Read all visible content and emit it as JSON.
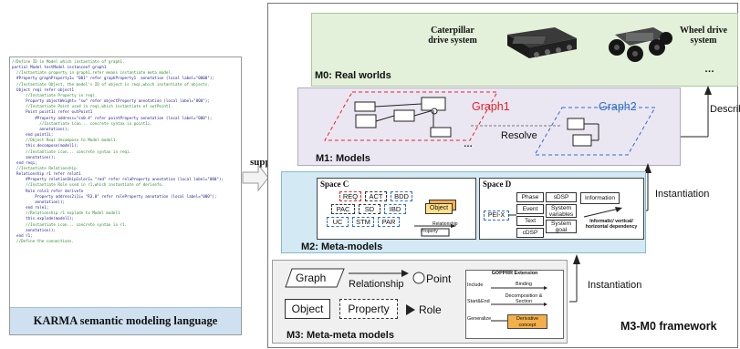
{
  "code_panel": {
    "caption": "KARMA semantic modeling language",
    "lines": [
      {
        "text": "//Define ID in Model which instantiate of graph1.",
        "comment": true
      },
      {
        "text": "partial Model testModel instanceof graph1",
        "comment": false
      },
      {
        "text": "  //Instantiate property in graph1,refer means instantiate meta model.",
        "comment": true
      },
      {
        "text": "  #Property graphProperty1= \"001\" refer graphProperty1  annotation (local label=\"0000\");",
        "comment": false
      },
      {
        "text": "  //Instantiate Object, the model's ID of object is reqi,which instantiate of objects.",
        "comment": true
      },
      {
        "text": "  Object reqi refer object1",
        "comment": false
      },
      {
        "text": "      //Instantiate Property in reqi.",
        "comment": true
      },
      {
        "text": "      Property objectWeight= \"sw\" refer objectProperty annotation (local label=\"000\");",
        "comment": false
      },
      {
        "text": "      //Instantiate Point used in reqi,which instantiate of outPoint1.",
        "comment": true
      },
      {
        "text": "      Point point1i refer outPoint1",
        "comment": false
      },
      {
        "text": "          #Property address=\"sn0.4\" refer pointProperty annotation (local label=\"000\");",
        "comment": false
      },
      {
        "text": "            //Instantiate icon... concrete syntax in point1i.",
        "comment": true
      },
      {
        "text": "            annotation();",
        "comment": false
      },
      {
        "text": "      end point1i;",
        "comment": false
      },
      {
        "text": "      //Object Reqi decompose to Model model1.",
        "comment": true
      },
      {
        "text": "      this.decompose(model1);",
        "comment": false
      },
      {
        "text": "      //Instantiate icon... concrete syntax in reqi.",
        "comment": true
      },
      {
        "text": "      annotation();",
        "comment": false
      },
      {
        "text": "  end reqi;",
        "comment": false
      },
      {
        "text": "  //Instantiate Relationship.",
        "comment": true
      },
      {
        "text": "  Relationship r1 refer relat1",
        "comment": false
      },
      {
        "text": "      #Property relationShipColor1= \"red\" refer relaProperty annotation (local label=\"000\");",
        "comment": false
      },
      {
        "text": "      //Instantiate Role used in r1,which instantiate of derivefo.",
        "comment": true
      },
      {
        "text": "      Role role1 refer derivefo",
        "comment": false
      },
      {
        "text": "          Property address2i1i= \"R3.0\" refer roleProperty annotation (local label=\"000\");",
        "comment": false
      },
      {
        "text": "          annotation();",
        "comment": false
      },
      {
        "text": "      end role1;",
        "comment": false
      },
      {
        "text": "      //Relationship r1 explode to Model model1",
        "comment": true
      },
      {
        "text": "      this.explode(model1);",
        "comment": false
      },
      {
        "text": "      //Instantiate icon... concrete syntax in r1.",
        "comment": true
      },
      {
        "text": "      annotation();",
        "comment": false
      },
      {
        "text": "  end r1;",
        "comment": false
      },
      {
        "text": "  //Define the connections.",
        "comment": true
      }
    ]
  },
  "support_label": "support",
  "m0": {
    "label": "M0:  Real worlds",
    "caterpillar": "Caterpillar drive system",
    "wheel": "Wheel drive system",
    "ellipsis": "…"
  },
  "describe_label": "Describe",
  "m1": {
    "label": "M1:  Models",
    "graph1": "Graph1",
    "graph2": "Graph2",
    "resolve": "Resolve",
    "ellipsis": "…"
  },
  "instantiation_labels": [
    "Instantiation",
    "Instantiation"
  ],
  "m2": {
    "label": "M2:  Meta-models",
    "space_c": {
      "title": "Space C",
      "tags": [
        "REQ",
        "ACT",
        "BDD",
        "PAC",
        "SD",
        "IBD",
        "UC",
        "STM",
        "PAR"
      ],
      "object": "Object",
      "relationship": "Relationship",
      "property": "Property"
    },
    "space_d": {
      "title": "Space D",
      "pei": "PEI-X",
      "grid": [
        "Phase",
        "sDSP",
        "Event",
        "System variables",
        "Text",
        "System goal",
        "cDSP"
      ],
      "information": "Information",
      "direction": "Informatic/ vertical/ horizontal dependency"
    }
  },
  "m3": {
    "label": "M3:  Meta-meta models",
    "graph": "Graph",
    "relationship": "Relationship",
    "point": "Point",
    "object": "Object",
    "property": "Property",
    "role": "Role",
    "gopprr": {
      "title": "GOPPRR Extension",
      "rows": [
        {
          "left": "Include",
          "right": "Binding"
        },
        {
          "left": "Start&End",
          "right": "Decomposition & Section"
        },
        {
          "left": "Generalize",
          "right": "Derivative concept"
        }
      ]
    }
  },
  "framework_label": "M3-M0 framework",
  "colors": {
    "m0_bg": "#e3f0da",
    "m1_bg": "#ebe7f2",
    "m2_bg": "#d3e9f4",
    "m3_bg": "#f0f0f0",
    "graph1": "#e8202a",
    "graph2": "#2e6fc8",
    "derivative_bg": "#f3b04a"
  }
}
